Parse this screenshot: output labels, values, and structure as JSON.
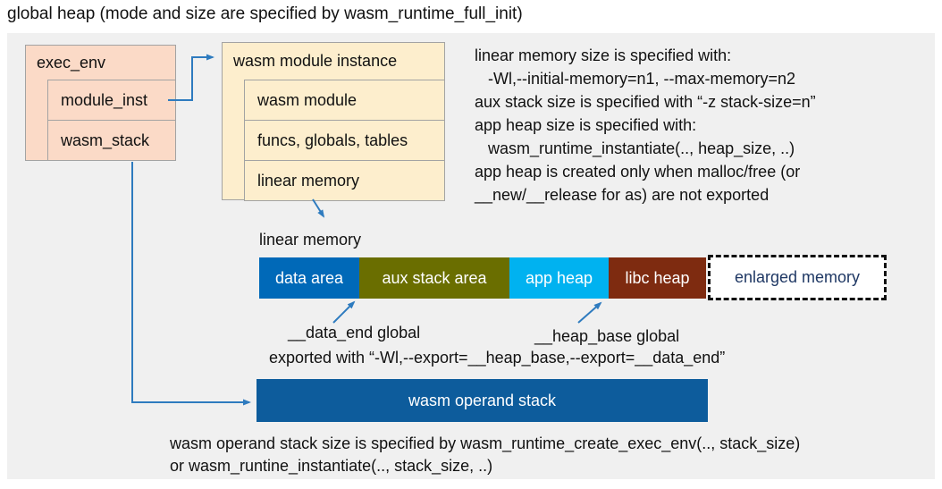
{
  "title": "global heap (mode and size are specified by wasm_runtime_full_init)",
  "colors": {
    "panel_bg": "#f0f0f0",
    "pink_box": "#fbdac7",
    "yellow_box": "#fdeecd",
    "box_border": "#a3a3a3",
    "arrow_blue": "#2e7bbf",
    "enlarged_text": "#1f3864"
  },
  "exec_env": {
    "title": "exec_env",
    "rows": [
      "module_inst",
      "wasm_stack"
    ]
  },
  "module_instance": {
    "title": "wasm module instance",
    "rows": [
      "wasm module",
      "funcs, globals, tables",
      "linear memory"
    ]
  },
  "info_lines": [
    "linear memory size is specified with:",
    "   -Wl,--initial-memory=n1, --max-memory=n2",
    "aux stack size is specified with “-z stack-size=n”",
    "app heap size is specified with:",
    "   wasm_runtime_instantiate(.., heap_size, ..)",
    "app heap is created only when malloc/free (or",
    "__new/__release for as) are not exported"
  ],
  "linear_memory": {
    "label": "linear memory",
    "segments": [
      {
        "label": "data area",
        "color": "#0069b8"
      },
      {
        "label": "aux stack area",
        "color": "#6a6e00"
      },
      {
        "label": "app heap",
        "color": "#00b2f0"
      },
      {
        "label": "libc heap",
        "color": "#7e2b10"
      }
    ],
    "enlarged_label": "enlarged memory"
  },
  "annotations": {
    "data_end": "__data_end global",
    "heap_base": "__heap_base global",
    "exported": "exported with “-Wl,--export=__heap_base,--export=__data_end”"
  },
  "operand_stack": {
    "label": "wasm operand stack",
    "color": "#0d5c9c",
    "note_line1": "wasm operand stack size is specified by wasm_runtime_create_exec_env(.., stack_size)",
    "note_line2": "or wasm_runtine_instantiate(.., stack_size, ..)"
  }
}
